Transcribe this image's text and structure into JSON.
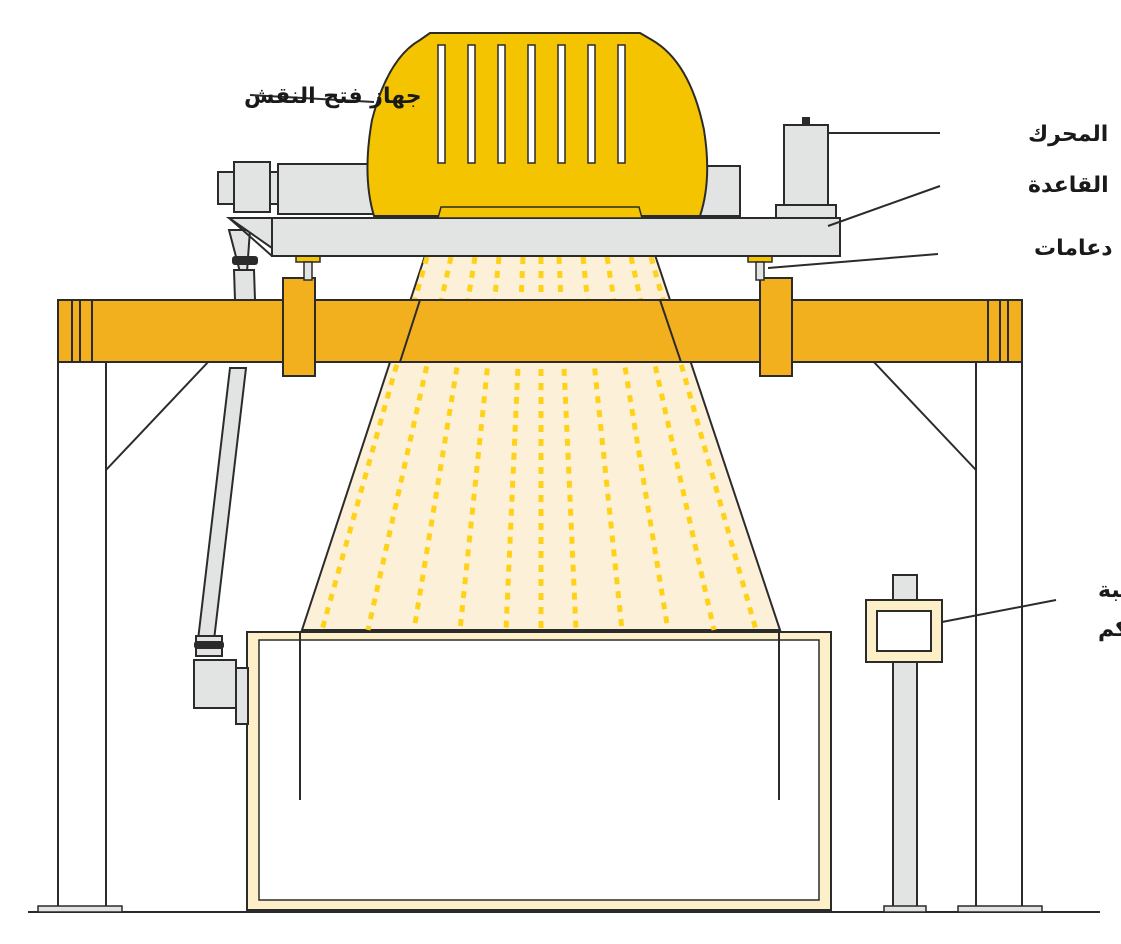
{
  "labels": {
    "jacquard": "جهاز فتح النقش",
    "motor": "المحرك",
    "base": "القاعدة",
    "supports": "دعامات",
    "control_box_line1": "علبة",
    "control_box_line2": "التحكم"
  },
  "colors": {
    "machine_yellow": "#F5C400",
    "frame_orange": "#F2B01E",
    "cream": "#FDF0C8",
    "cream_border": "#EED99A",
    "gray": "#E2E3E3",
    "thread_yellow": "#FFD21A",
    "warp_fan": "#FCF0D8",
    "outline": "#2b2b2b"
  }
}
